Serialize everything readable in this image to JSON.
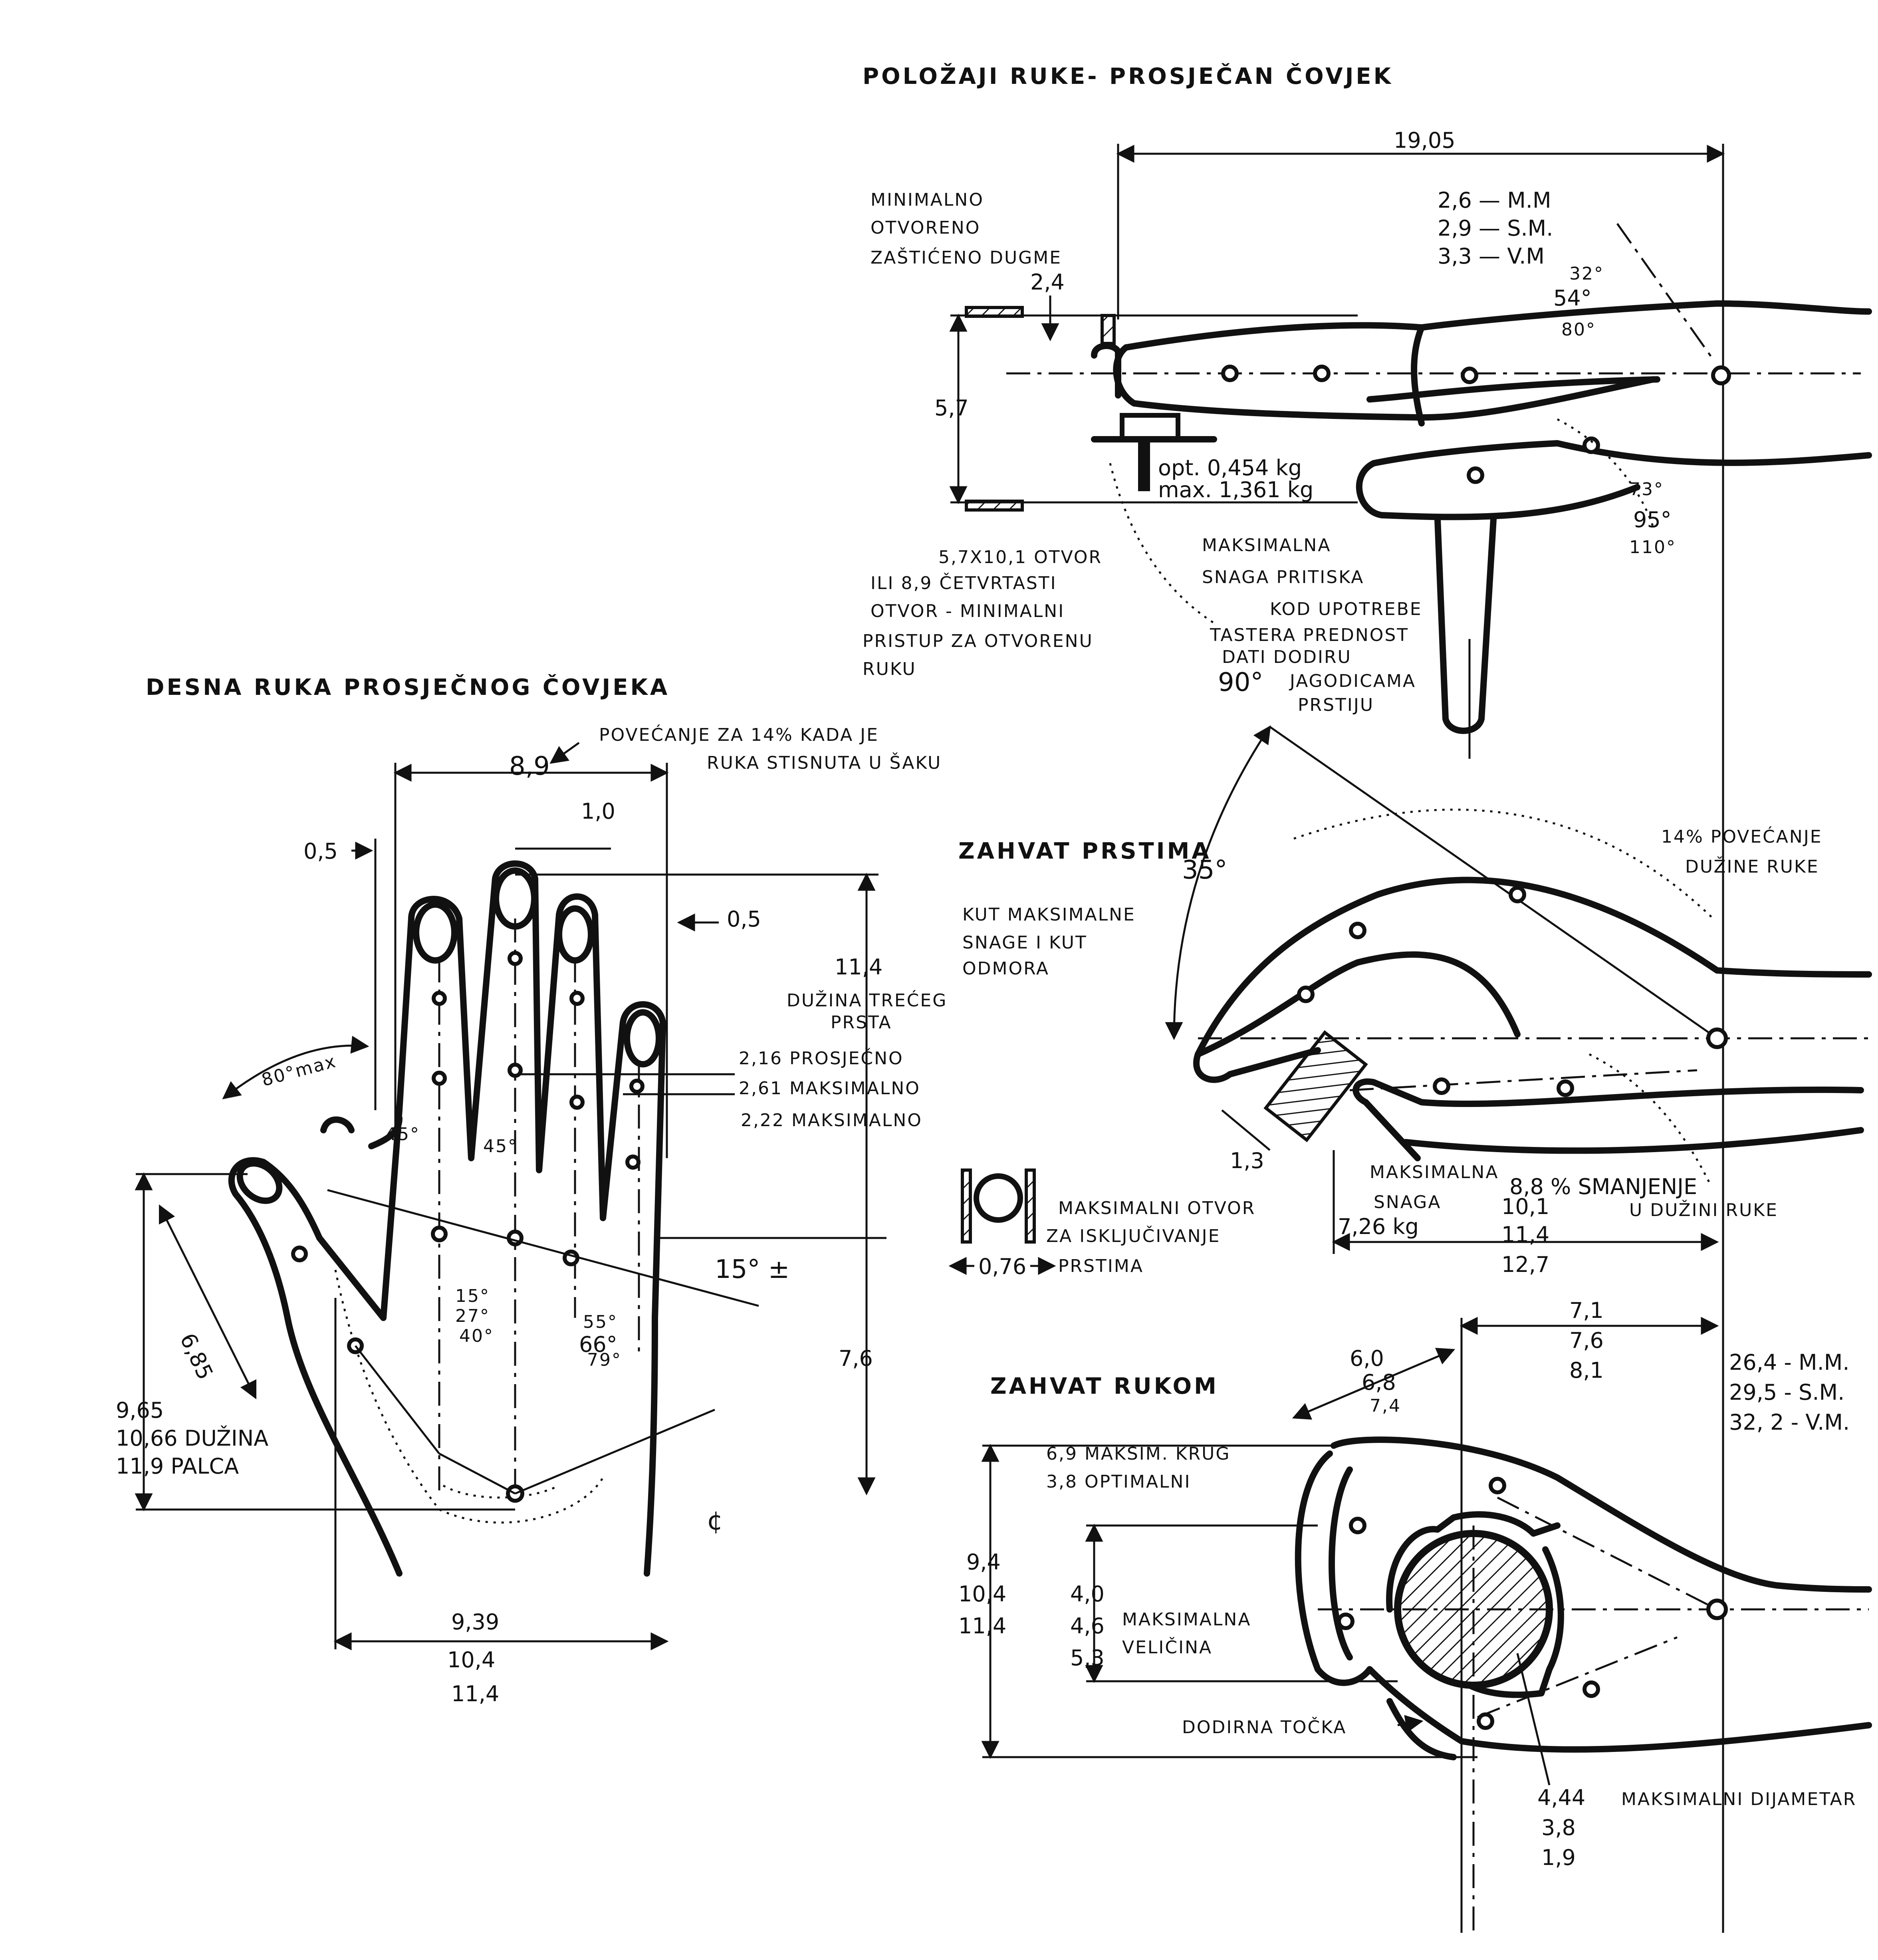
{
  "top": {
    "title": "POLOŽAJI RUKE- PROSJEČAN ČOVJEK",
    "dim_width": "19,05",
    "left_note": [
      "MINIMALNO",
      "OTVORENO",
      "ZAŠTIĆENO DUGME"
    ],
    "button_size": "2,4",
    "finger_sizes": [
      "2,6  — M.M",
      "2,9  — S.M.",
      "3,3  — V.M"
    ],
    "angles_upper": [
      "32°",
      "54°",
      "80°"
    ],
    "height": "5,7",
    "force": [
      "opt. 0,454 kg",
      "max. 1,361 kg"
    ],
    "angles_lower": [
      "73°",
      "95°",
      "110°"
    ],
    "opening_note": [
      "5,7X10,1 OTVOR",
      "ILI  8,9 ČETVRTASTI",
      "OTVOR  - MINIMALNI",
      "PRISTUP ZA OTVORENU",
      "RUKU"
    ],
    "pressure_note": [
      "MAKSIMALNA",
      "SNAGA PRITISKA"
    ],
    "buttons_note": [
      "KOD UPOTREBE",
      "TASTERA PREDNOST",
      "DATI DODIRU",
      "JAGODICAMA",
      "PRSTIJU"
    ],
    "ninety": "90°"
  },
  "hand": {
    "title": "DESNA RUKA PROSJEČNOG ČOVJEKA",
    "increase_note": [
      "POVEĆANJE ZA 14% KADA JE",
      "RUKA STISNUTA U ŠAKU"
    ],
    "width": "8,9",
    "small_gap": "0,5",
    "middle_offset": "1,0",
    "right_gap": "0,5",
    "third_finger": [
      "11,4",
      "DUŽINA TREĆEG",
      "PRSTA"
    ],
    "finger_widths": [
      "2,16 PROSJEČNO",
      "2,61 MAKSIMALNO",
      "2,22  MAKSIMALNO"
    ],
    "thumb_angle": "80°max",
    "spread_angles": [
      "45°",
      "45°"
    ],
    "wrist_angle": "15° ±",
    "angles_left": [
      "15°",
      "27°",
      "40°"
    ],
    "angles_right": [
      "55°",
      "66°",
      "79°"
    ],
    "thumb_diag": "6,85",
    "thumb_length": [
      "9,65",
      "10,66 DUŽINA",
      "11,9   PALCA"
    ],
    "palm_length": "7,6",
    "palm_widths": [
      "9,39",
      "10,4",
      "11,4"
    ],
    "centerline": "¢"
  },
  "pinch": {
    "title": "ZAHVAT PRSTIMA",
    "angle": "35°",
    "angle_note": [
      "KUT MAKSIMALNE",
      "SNAGE I KUT",
      "ODMORA"
    ],
    "increase": [
      "14% POVEĆANJE",
      "DUŽINE RUKE"
    ],
    "decrease": [
      "8,8 % SMANJENJE",
      "U DUŽINI RUKE"
    ],
    "thickness": "1,3",
    "max_force": [
      "MAKSIMALNA",
      "SNAGA",
      "7,26 kg"
    ],
    "lengths": [
      "10,1",
      "11,4",
      "12,7"
    ],
    "hole_note": [
      "MAKSIMALNI OTVOR",
      "ZA ISKLJUČIVANJE",
      "PRSTIMA"
    ],
    "hole_size": "0,76"
  },
  "grip": {
    "title": "ZAHVAT RUKOM",
    "reach_top": [
      "7,1",
      "7,6",
      "8,1"
    ],
    "reach_diag": [
      "6,0",
      "6,8",
      "7,4"
    ],
    "circle_note": [
      "6,9 MAKSIM. KRUG",
      "3,8  OPTIMALNI"
    ],
    "hand_sizes": [
      "26,4 - M.M.",
      "29,5 - S.M.",
      "32, 2 - V.M."
    ],
    "heights": [
      "9,4",
      "10,4",
      "11,4"
    ],
    "max_size": [
      "4,0",
      "4,6",
      "5,3"
    ],
    "max_size_note": [
      "MAKSIMALNA",
      "VELIČINA"
    ],
    "contact": "DODIRNA TOČKA",
    "diameters": [
      "4,44",
      "3,8",
      "1,9"
    ],
    "diameter_note": "MAKSIMALNI DIJAMETAR"
  }
}
